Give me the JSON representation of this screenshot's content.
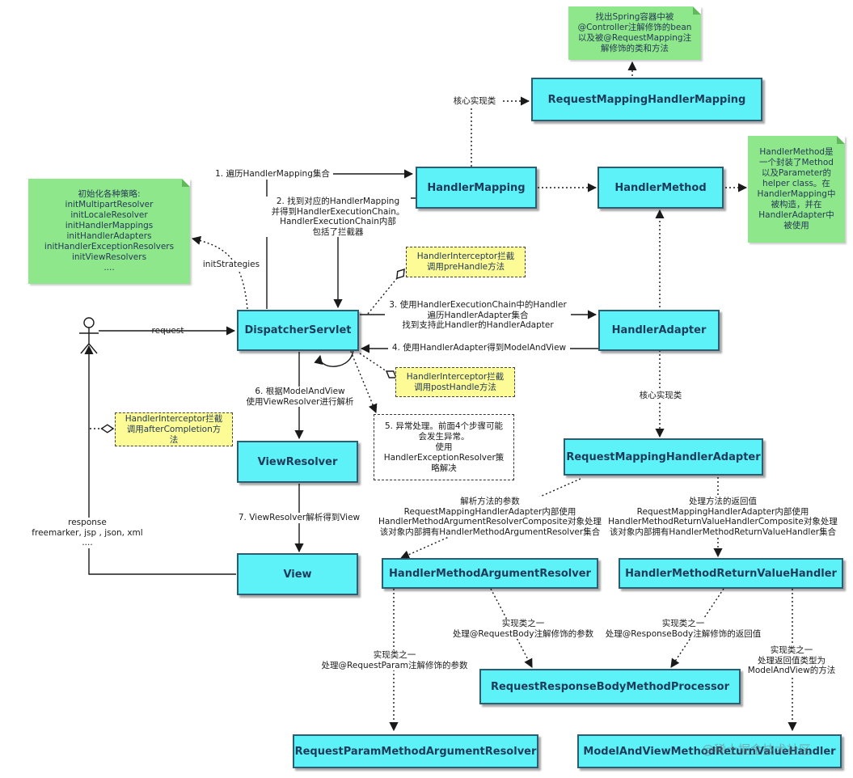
{
  "boxes": {
    "rmhm": "RequestMappingHandlerMapping",
    "handler_mapping": "HandlerMapping",
    "handler_method": "HandlerMethod",
    "dispatcher_servlet": "DispatcherServlet",
    "handler_adapter": "HandlerAdapter",
    "view_resolver": "ViewResolver",
    "view": "View",
    "rmha": "RequestMappingHandlerAdapter",
    "hmar": "HandlerMethodArgumentResolver",
    "hmrvh": "HandlerMethodReturnValueHandler",
    "rrbmp": "RequestResponseBodyMethodProcessor",
    "rpmar": "RequestParamMethodArgumentResolver",
    "mavmrvh": "ModelAndViewMethodReturnValueHandler"
  },
  "notes": {
    "spring_container": "找出Spring容器中被\n@Controller注解修饰的bean\n以及被@RequestMapping注\n解修饰的类和方法",
    "init_strategies": "初始化各种策略:\ninitMultipartResolver\ninitLocaleResolver\ninitHandlerMappings\ninitHandlerAdapters\ninitHandlerExceptionResolvers\ninitViewResolvers\n....",
    "handler_method_desc": "HandlerMethod是\n一个封装了Method\n以及Parameter的\nhelper class。在\nHandlerMapping中\n被构造，并在\nHandlerAdapter中\n被使用",
    "pre_handle": "HandlerInterceptor拦截\n调用preHandle方法",
    "post_handle": "HandlerInterceptor拦截\n调用postHandle方法",
    "after_completion": "HandlerInterceptor拦截\n调用afterCompletion方\n法",
    "exception": "5. 异常处理。前面4个步骤可能\n会发生异常。\n使用\nHandlerExceptionResolver策\n略解决"
  },
  "labels": {
    "core_impl_top": "核心实现类",
    "step1": "1. 遍历HandlerMapping集合",
    "step2": "2. 找到对应的HandlerMapping\n并得到HandlerExecutionChain。\nHandlerExecutionChain内部\n包括了拦截器",
    "init_strategies_lbl": "initStrategies",
    "request": "request",
    "step3": "3. 使用HandlerExecutionChain中的Handler\n遍历HandlerAdapter集合\n找到支持此Handler的HandlerAdapter",
    "step4": "4. 使用HandlerAdapter得到ModelAndView",
    "step6": "6. 根据ModelAndView\n使用ViewResolver进行解析",
    "core_impl_mid": "核心实现类",
    "step7": "7. ViewResolver解析得到View",
    "response": "response\nfreemarker, jsp , json, xml\n....",
    "parse_args": "解析方法的参数\nRequestMappingHandlerAdapter内部使用\nHandlerMethodArgumentResolverComposite对象处理\n该对象内部拥有HandlerMethodArgumentResolver集合",
    "handle_return": "处理方法的返回值\nRequestMappingHandlerAdapter内部使用\nHandlerMethodReturnValueHandlerComposite对象处理\n该对象内部拥有HandlerMethodReturnValueHandler集合",
    "impl_reqbody": "实现类之一\n处理@RequestBody注解修饰的参数",
    "impl_respbody": "实现类之一\n处理@ResponseBody注解修饰的返回值",
    "impl_reqparam": "实现类之一\n处理@RequestParam注解修饰的参数",
    "impl_mav": "实现类之一\n处理返回值类型为\nModelAndView的方法"
  },
  "watermark": "@稀土掘金技术社区",
  "colors": {
    "box_fill": "#5df2f8",
    "box_border": "#2a5f73",
    "note_green": "#8fe78b",
    "note_yellow": "#fdfb96",
    "line": "#1a1a1a"
  }
}
